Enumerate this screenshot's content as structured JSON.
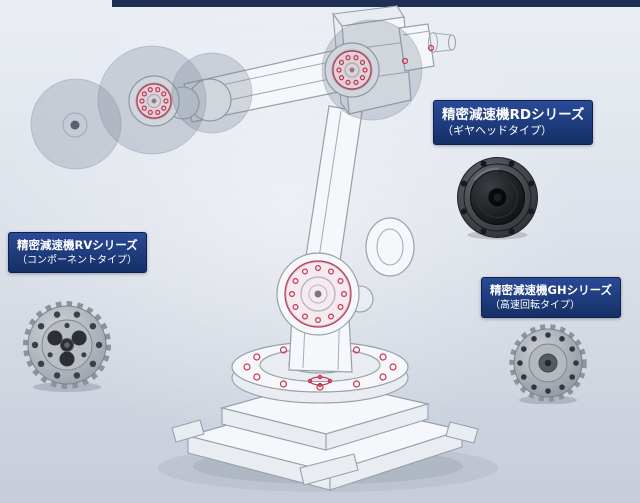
{
  "colors": {
    "bg_top": "#eaeef4",
    "bg_bottom": "#c6cdd9",
    "top_bar": "#1d2f55",
    "label_bg_top": "#2a4a97",
    "label_bg_bottom": "#152f66",
    "label_text": "#ffffff",
    "accent_red": "#c9344f",
    "line_gray": "#96a0ac"
  },
  "labels": {
    "rd": {
      "title": "精密減速機RDシリーズ",
      "subtitle": "（ギヤヘッドタイプ）"
    },
    "rv": {
      "title": "精密減速機RVシリーズ",
      "subtitle": "（コンポーネントタイプ）"
    },
    "gh": {
      "title": "精密減速機GHシリーズ",
      "subtitle": "（高速回転タイプ）"
    }
  },
  "products": {
    "rd": {
      "icon": "rd-gearhead-photo"
    },
    "rv": {
      "icon": "rv-component-gear-photo"
    },
    "gh": {
      "icon": "gh-high-speed-reducer-photo"
    }
  },
  "illustration": {
    "icon": "robot-arm-wireframe"
  }
}
